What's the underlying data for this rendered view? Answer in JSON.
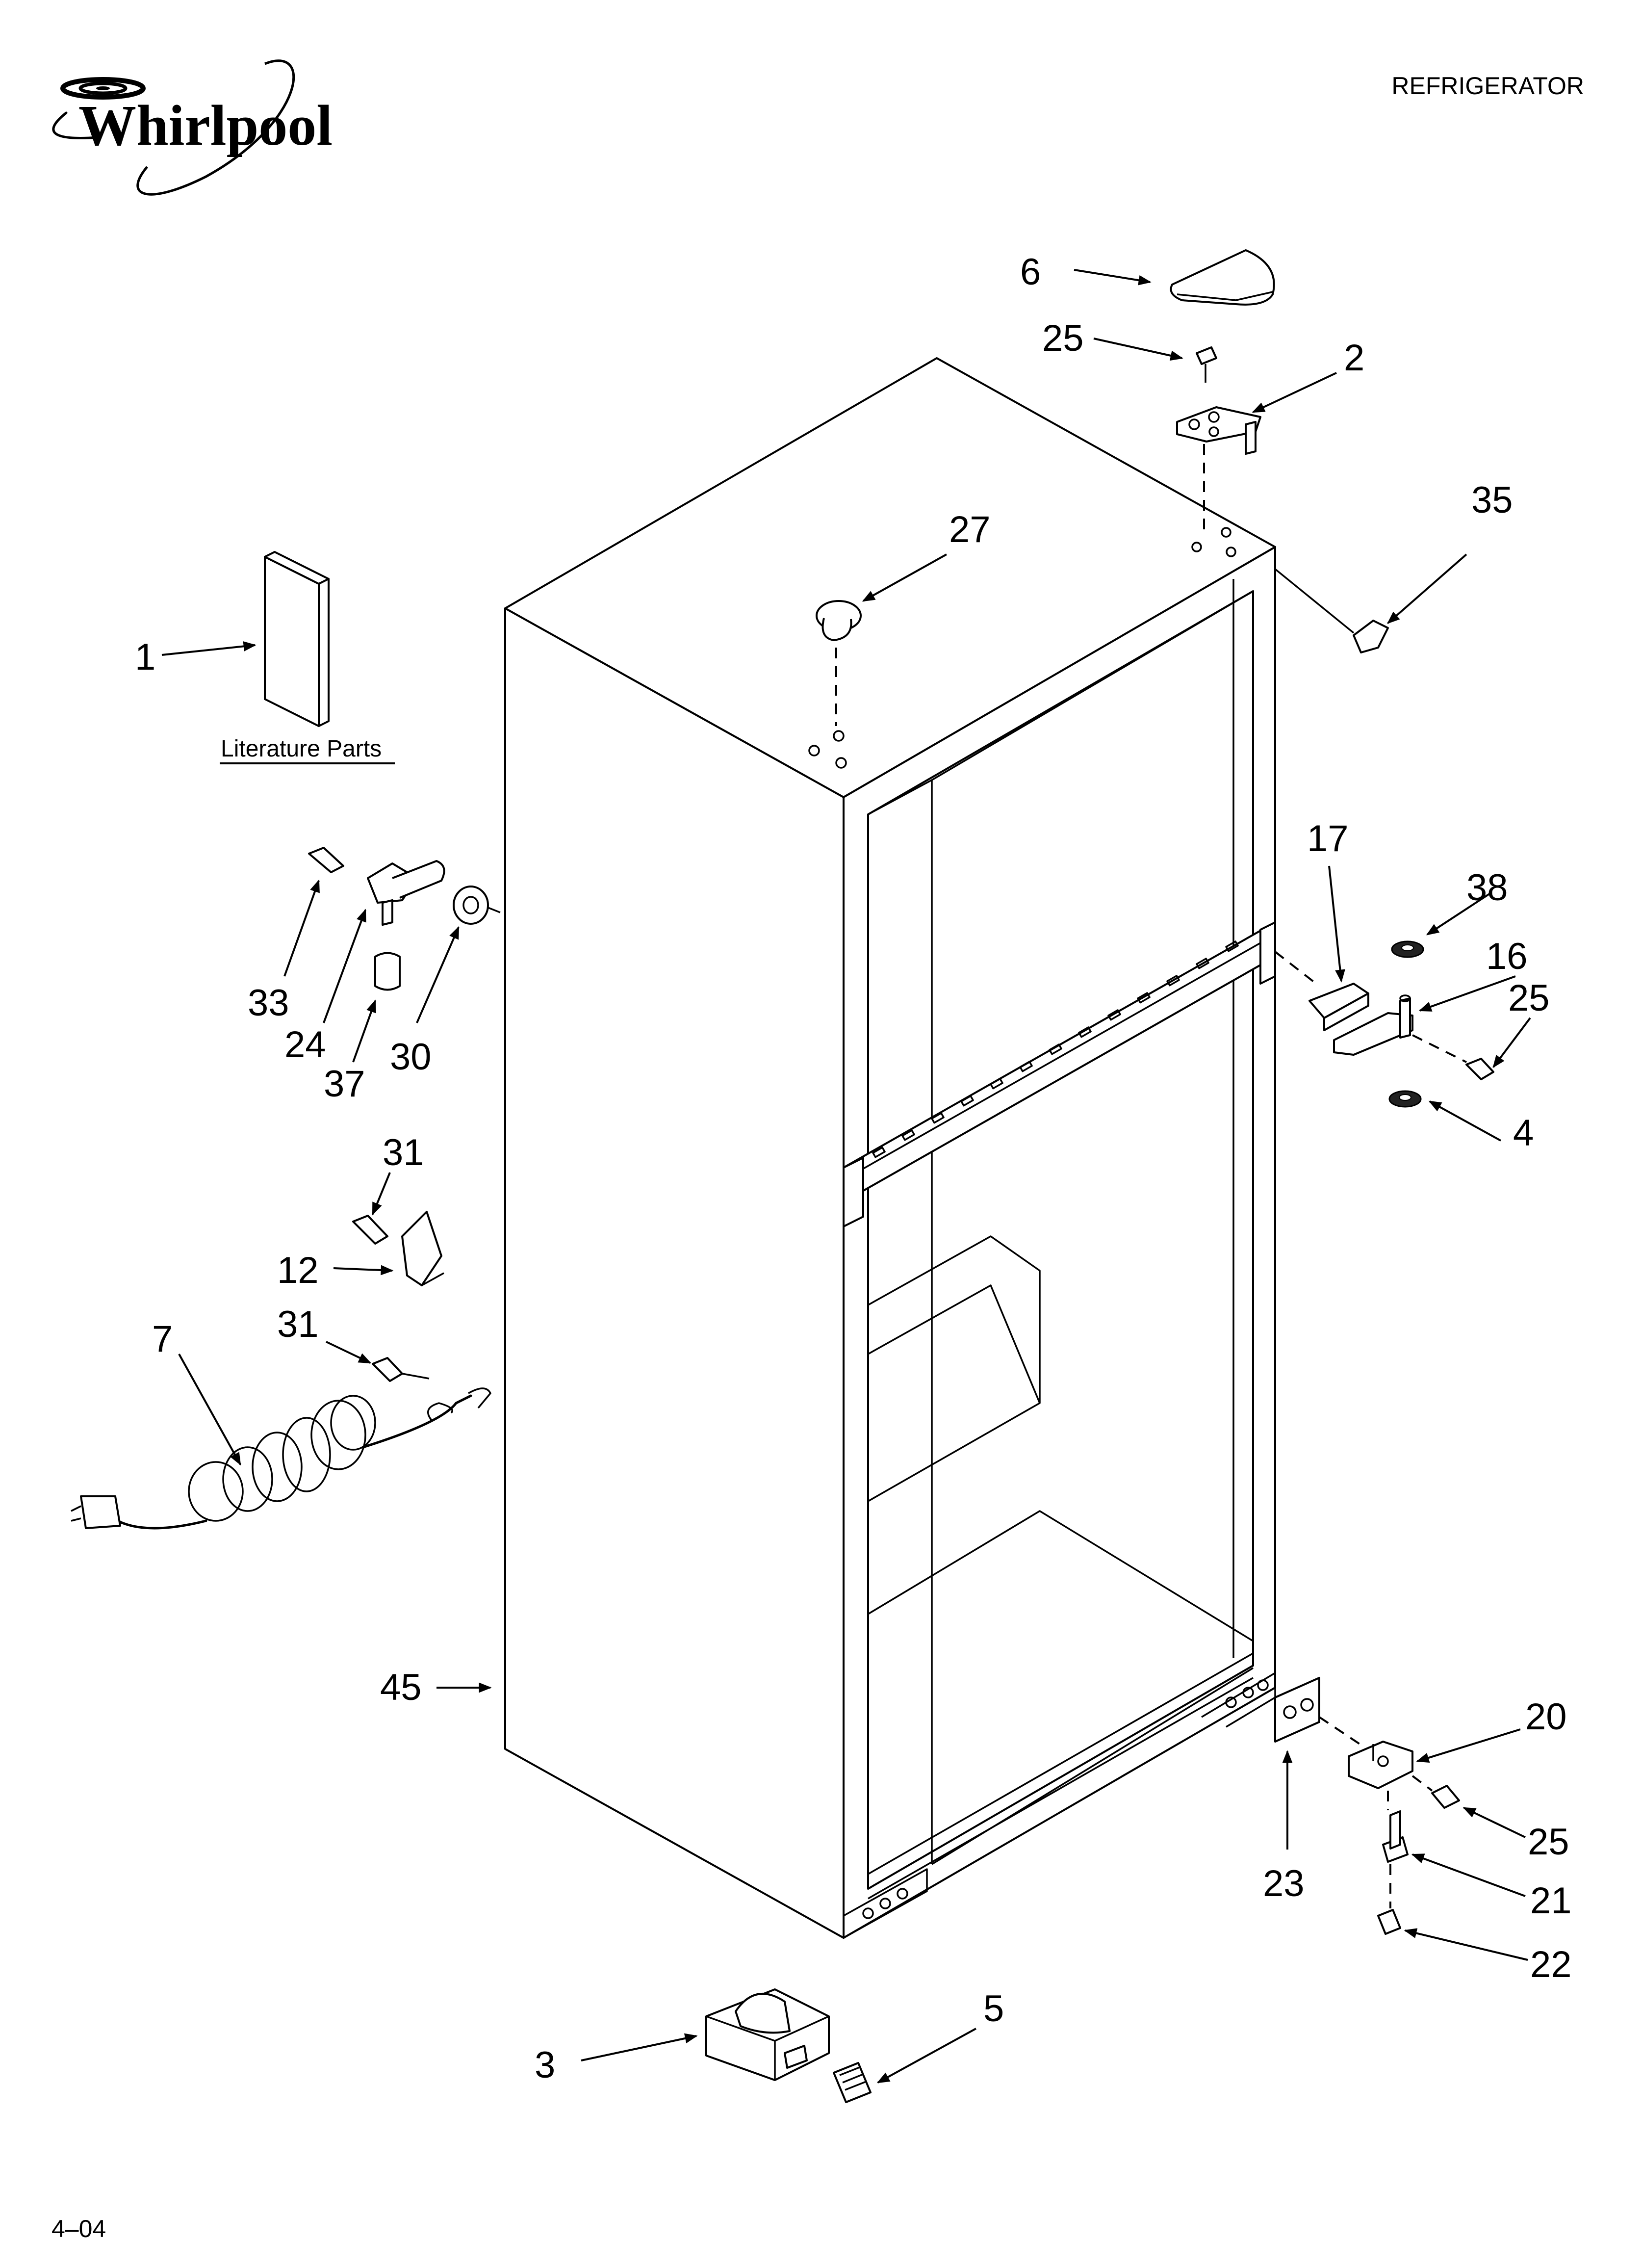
{
  "header": {
    "brand": "Whirlpool",
    "section": "REFRIGERATOR"
  },
  "footer": {
    "date_code": "4–04"
  },
  "literature_label": "Literature Parts",
  "callouts": [
    {
      "id": "c1",
      "label": "1"
    },
    {
      "id": "c2",
      "label": "2"
    },
    {
      "id": "c3",
      "label": "3"
    },
    {
      "id": "c4",
      "label": "4"
    },
    {
      "id": "c5",
      "label": "5"
    },
    {
      "id": "c6",
      "label": "6"
    },
    {
      "id": "c7",
      "label": "7"
    },
    {
      "id": "c12",
      "label": "12"
    },
    {
      "id": "c16",
      "label": "16"
    },
    {
      "id": "c17",
      "label": "17"
    },
    {
      "id": "c20",
      "label": "20"
    },
    {
      "id": "c21",
      "label": "21"
    },
    {
      "id": "c22",
      "label": "22"
    },
    {
      "id": "c23",
      "label": "23"
    },
    {
      "id": "c24",
      "label": "24"
    },
    {
      "id": "c25a",
      "label": "25"
    },
    {
      "id": "c25b",
      "label": "25"
    },
    {
      "id": "c25c",
      "label": "25"
    },
    {
      "id": "c27",
      "label": "27"
    },
    {
      "id": "c30",
      "label": "30"
    },
    {
      "id": "c31a",
      "label": "31"
    },
    {
      "id": "c31b",
      "label": "31"
    },
    {
      "id": "c33",
      "label": "33"
    },
    {
      "id": "c35",
      "label": "35"
    },
    {
      "id": "c37",
      "label": "37"
    },
    {
      "id": "c38",
      "label": "38"
    },
    {
      "id": "c45",
      "label": "45"
    }
  ]
}
